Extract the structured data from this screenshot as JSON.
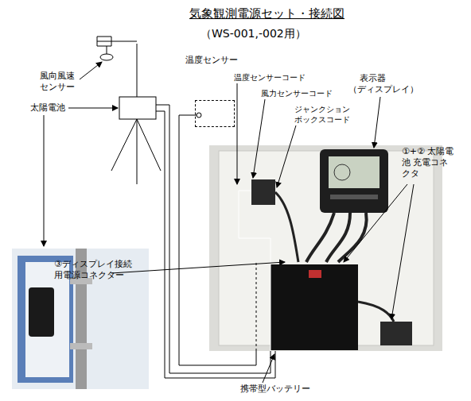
{
  "diagram": {
    "title": "気象観測電源セット・接続図",
    "nodes": [
      {
        "text": [
          "温度センサー"
        ]
      }
    ],
    "labels": [
      "（WS-001,-002用）",
      "風向風速 センサー",
      "太陽電池",
      "温度センサーコード",
      "風力センサーコード",
      "ジャンクション ボックスコード",
      "表示器",
      "（ディスプレイ）",
      "①+② 太陽電池 充電コネクタ",
      "③ディスプレイ接続 用電源コネクター",
      "携帯型バッテリー"
    ]
  }
}
